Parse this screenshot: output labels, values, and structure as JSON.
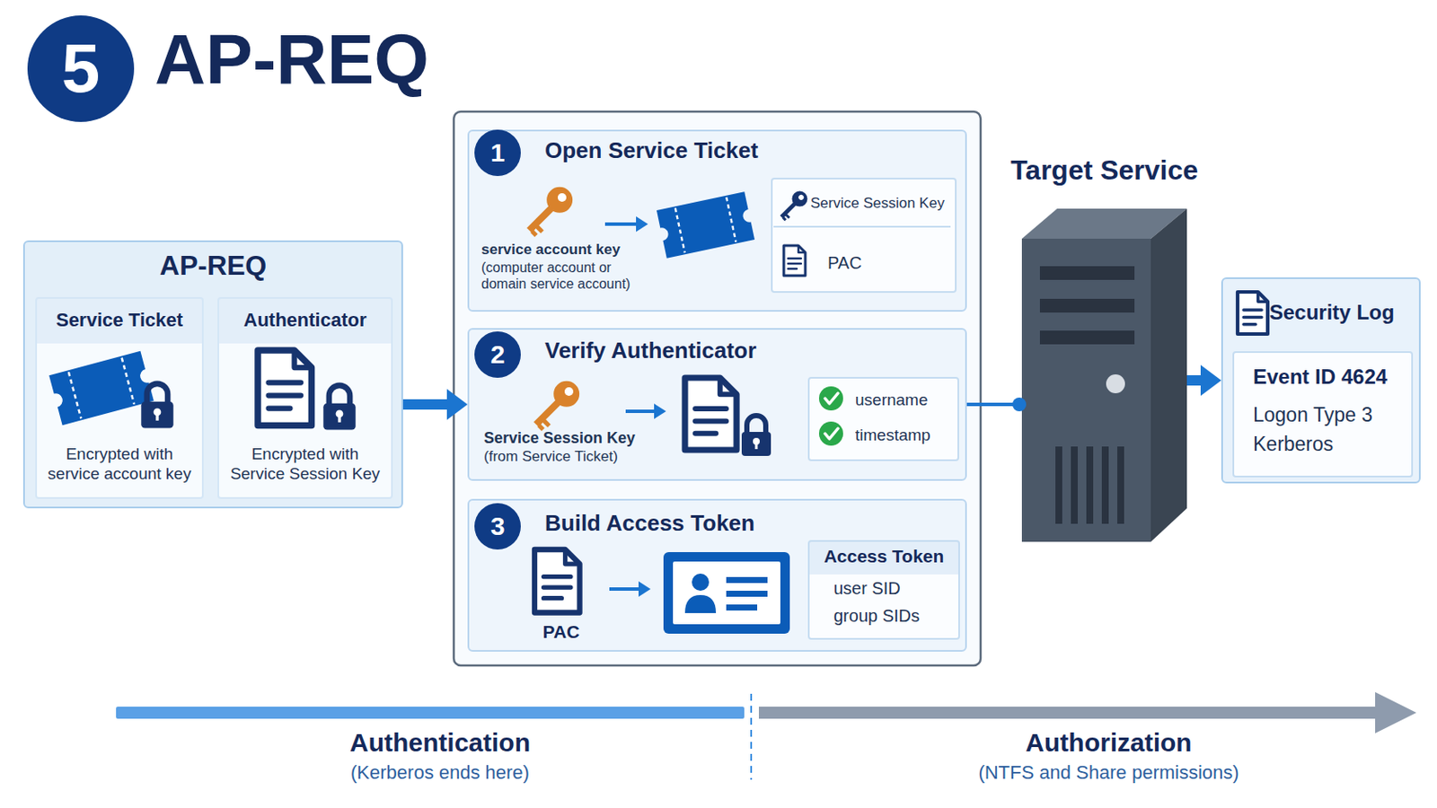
{
  "diagram": {
    "title": "AP-REQ",
    "nodes": [
      {
        "text": [
          "AP-REQ"
        ]
      },
      {
        "text": [
          "Service Ticket",
          "Encrypted with service account key"
        ],
        "in": 0
      },
      {
        "text": [
          "Authenticator",
          "Encrypted with Service Session Key"
        ],
        "in": 0
      },
      {
        "text": [
          "Open Service Ticket",
          "service account key",
          "(computer account or domain service account)"
        ]
      },
      {
        "text": [
          "Service Session Key",
          "PAC"
        ],
        "in": 3
      },
      {
        "text": [
          "Verify Authenticator",
          "Service Session Key",
          "(from Service Ticket)"
        ]
      },
      {
        "text": [
          "username",
          "timestamp"
        ],
        "in": 5
      },
      {
        "text": [
          "Build Access Token",
          "PAC"
        ]
      },
      {
        "text": [
          "Access Token",
          "user SID",
          "group SIDs"
        ],
        "in": 7
      },
      {
        "text": [
          "Target Service"
        ]
      },
      {
        "text": [
          "Security Log"
        ]
      },
      {
        "text": [
          "Event ID 4624",
          "Logon Type 3",
          "Kerberos"
        ],
        "in": 10
      }
    ],
    "edges": [
      {
        "from": 0,
        "to": 5,
        "arrow": "to"
      },
      {
        "from": 5,
        "to": 9,
        "arrow": "none"
      },
      {
        "from": 9,
        "to": 10,
        "arrow": "to"
      }
    ],
    "labels": [
      "5",
      "1",
      "2",
      "3",
      "Authentication",
      "(Kerberos ends here)",
      "Authorization",
      "(NTFS and Share permissions)"
    ]
  }
}
